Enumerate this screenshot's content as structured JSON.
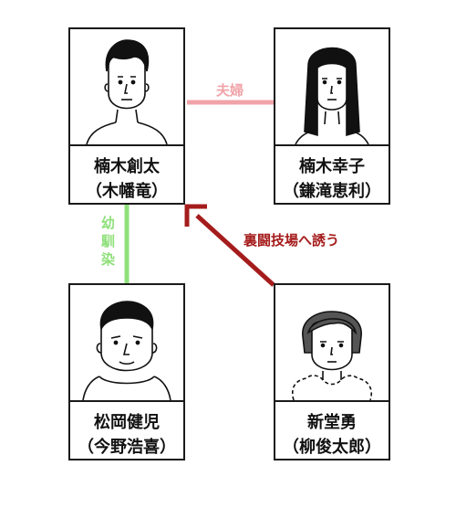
{
  "people": [
    {
      "id": "kusunoki-souta",
      "name": "楠木創太",
      "alias": "（木幡竜）"
    },
    {
      "id": "kusunoki-sachiko",
      "name": "楠木幸子",
      "alias": "（鎌滝恵利）"
    },
    {
      "id": "matsuoka-kenji",
      "name": "松岡健児",
      "alias": "（今野浩喜）"
    },
    {
      "id": "shindou-yuu",
      "name": "新堂勇",
      "alias": "（柳俊太郎）"
    }
  ],
  "relations": {
    "spouse": {
      "label": "夫婦",
      "color": "#f0a3a8"
    },
    "childhood_friend": {
      "label": "幼馴染",
      "color": "#8fe07a"
    },
    "invite": {
      "label": "裏闘技場へ誘う",
      "color": "#a51c1c"
    }
  }
}
